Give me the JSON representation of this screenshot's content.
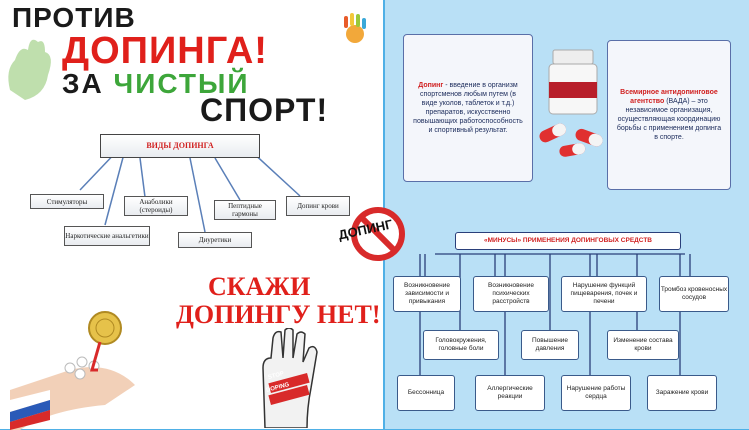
{
  "header": {
    "line1": "ПРОТИВ",
    "line2": "ДОПИНГА!",
    "line3_prefix": "ЗА",
    "line3_word": "ЧИСТЫЙ",
    "line4": "СПОРТ!"
  },
  "types": {
    "title": "ВИДЫ ДОПИНГА",
    "items": [
      "Стимуляторы",
      "Наркотические анальгетики",
      "Анаболики (стероиды)",
      "Диуретики",
      "Пептидные гармоны",
      "Допинг крови"
    ]
  },
  "slogan": {
    "line1": "СКАЖИ",
    "line2": "ДОПИНГУ НЕТ!"
  },
  "stop_sign": {
    "word": "ДОПИНГ"
  },
  "glove": {
    "stop": "STOP",
    "doping": "DOPING"
  },
  "definition": {
    "term": "Допинг",
    "text": " - введение в организм спортсменов любым путем (в виде уколов, таблеток и т.д.) препаратов, искусственно повышающих работоспособность и спортивный результат."
  },
  "wada": {
    "name": "Всемирное антидопинговое агентство",
    "text": " (ВАДА) – это независимое организация, осуществляющая координацию борьбы с применением допинга в спорте."
  },
  "minuses": {
    "title": "«МИНУСЫ» ПРИМЕНЕНИЯ ДОПИНГОВЫХ СРЕДСТВ",
    "items": [
      "Возникновение зависимости и привыкания",
      "Возникновение психических расстройств",
      "Нарушение функций пищеварения, почек и печени",
      "Тромбоз кровеносных сосудов",
      "Головокружения, головные боли",
      "Повышение давления",
      "Изменение состава крови",
      "Бессонница",
      "Аллергические реакции",
      "Нарушение работы сердца",
      "Заражение крови"
    ]
  },
  "colors": {
    "title_black": "#1a1a1a",
    "title_red": "#e0201b",
    "title_green": "#3da63a",
    "right_bg": "#b9e0f6",
    "frame_blue": "#4fb0e6"
  }
}
